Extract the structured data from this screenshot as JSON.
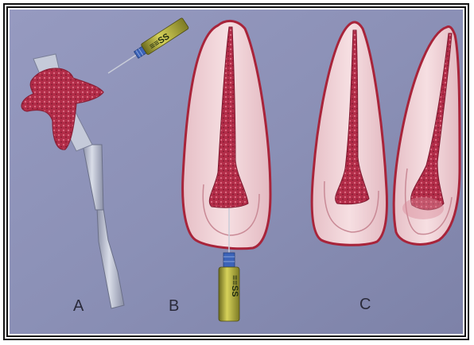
{
  "figure": {
    "panel_labels": {
      "a": "A",
      "b": "B",
      "c": "C"
    },
    "file_handle_text": "≡≡SS",
    "colors": {
      "background": "#8a8fb4",
      "frame": "#111111",
      "tooth_enamel": "#f2d3d8",
      "tooth_outline": "#a8243a",
      "filling": "#b22c48",
      "instrument_steel": "#b9bfd0",
      "file_handle_yellow": "#c8c640",
      "file_handle_blue": "#3c63b8"
    }
  }
}
